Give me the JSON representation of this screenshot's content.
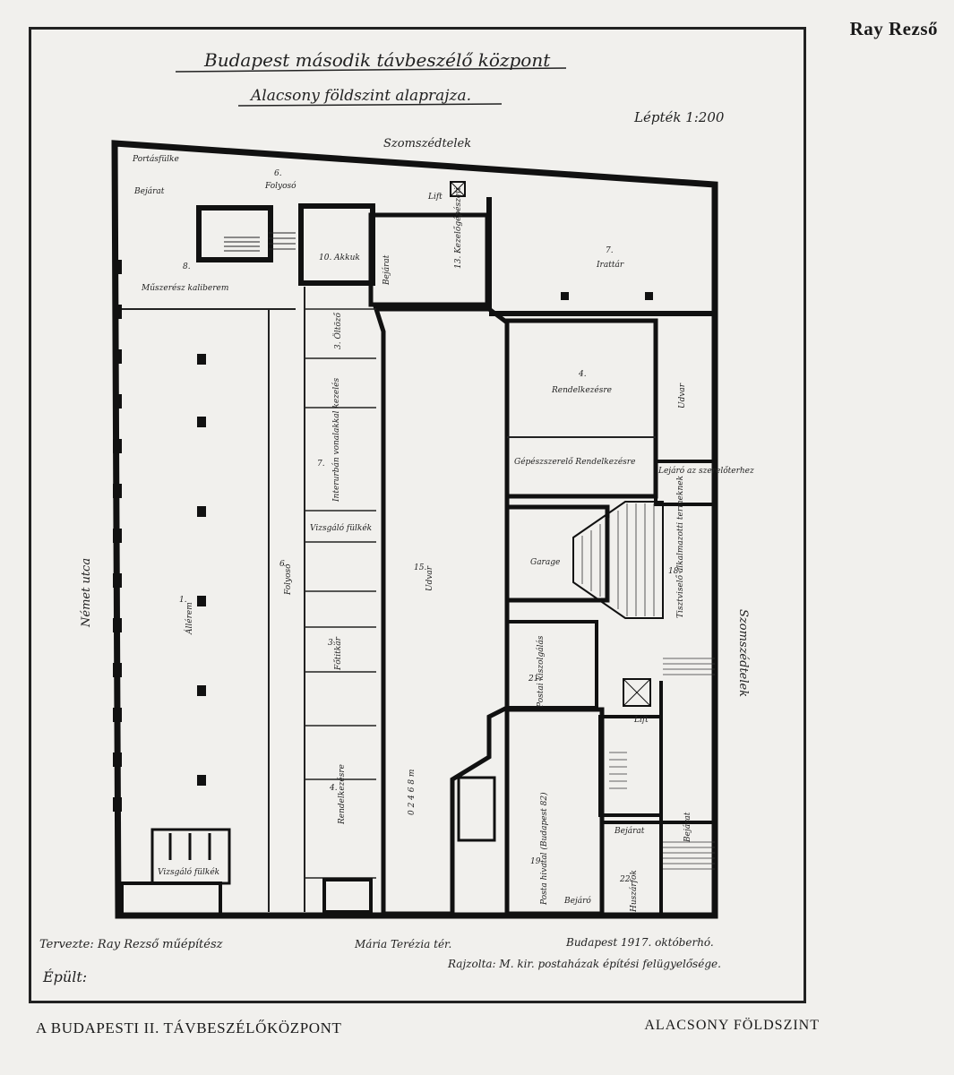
{
  "header": {
    "author": "Ray Rezső"
  },
  "drawing": {
    "title": "Budapest második távbeszélő központ",
    "subtitle": "Alacsony földszint alaprajza.",
    "scale": "Lépték 1:200",
    "streets": {
      "top": "Szomszédtelek",
      "left": "Német utca",
      "right": "Szomszédtelek",
      "bottom": "Mária Terézia tér."
    },
    "rooms": {
      "porter": "Portásfülke",
      "entrance_top": "Bejárat",
      "corridor_top": "Folyosó",
      "corridor_num": "6.",
      "room8_num": "8.",
      "room8": "Műszerész kaliberem",
      "room10": "10. Akkuk",
      "lift": "Lift",
      "room13": "13. Kezelőgépészeti",
      "room_entry2": "Bejárat",
      "archive_num": "7.",
      "archive": "Irattár",
      "room4_num": "4.",
      "room4": "Rendelkezésre",
      "room6": "Gépészszerelő Rendelkezésre",
      "store": "Lejáró az szerelőterhez",
      "garage": "Garage",
      "room18_num": "18.",
      "room18": "Tisztviselő alkalmazotti termeknek",
      "hall_num": "1.",
      "hall": "Állérem",
      "corridor_left_num": "6.",
      "corridor_left": "Folyosó",
      "courtyard_num": "15.",
      "courtyard": "Udvar",
      "courtyard_right": "Udvar",
      "room7_num": "7.",
      "room7": "Interurbán vonalakkal kezelés",
      "room3": "3. Öltöző",
      "room3b_num": "3.",
      "room3b": "Főtitkár",
      "room_viz": "Vizsgáló fülkék",
      "room4b_num": "4.",
      "room4b": "Rendelkezésre",
      "room21_num": "21.",
      "room21": "Postai kiszolgálás",
      "lift2": "Lift",
      "room19_num": "19.",
      "room19": "Posta hivatal (Budapest 82)",
      "room5": "Bejárat",
      "room_entry3": "Bejárat",
      "room_entry_bottom": "Bejáró",
      "room22_num": "22.",
      "room22": "Huszárfok",
      "booths": "Vizsgáló fülkék",
      "meters_scale": "0 2 4 6 8 m"
    },
    "footer": {
      "designer": "Tervezte: Ray Rezső műépítész",
      "built": "Épült:",
      "place": "Mária Terézia tér.",
      "date": "Budapest 1917. októberhó.",
      "drawn_by": "Rajzolta: M. kir. postaházak építési felügyelősége."
    }
  },
  "captions": {
    "left": "A BUDAPESTI II. TÁVBESZÉLŐKÖZPONT",
    "right": "ALACSONY FÖLDSZINT"
  }
}
